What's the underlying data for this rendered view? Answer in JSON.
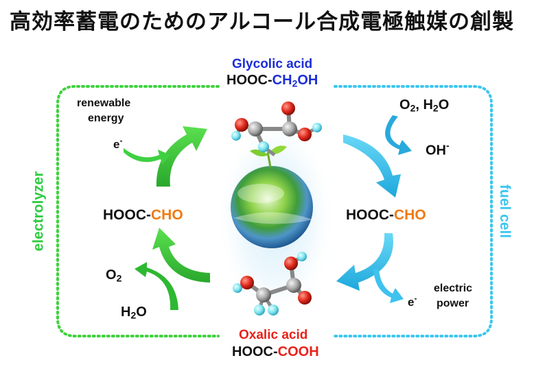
{
  "title": "高効率蓄電のためのアルコール合成電極触媒の創製",
  "top_molecule": {
    "name": "Glycolic acid",
    "formula_prefix": "HOOC-",
    "formula_ch": "CH",
    "formula_sub": "2",
    "formula_oh": "OH"
  },
  "bottom_molecule": {
    "name": "Oxalic acid",
    "formula_prefix": "HOOC-",
    "formula_suffix": "COOH"
  },
  "left_side": {
    "label": "electrolyzer",
    "center_prefix": "HOOC-",
    "center_suffix": "CHO",
    "energy_label_1": "renewable",
    "energy_label_2": "energy",
    "electron": "e",
    "electron_sup": "-",
    "o2_main": "O",
    "o2_sub": "2",
    "h2o_h": "H",
    "h2o_sub": "2",
    "h2o_o": "O"
  },
  "right_side": {
    "label": "fuel cell",
    "center_prefix": "HOOC-",
    "center_suffix": "CHO",
    "reactant_o": "O",
    "reactant_sub": "2",
    "reactant_rest": ", H",
    "reactant_sub2": "2",
    "reactant_end": "O",
    "oh_main": "OH",
    "oh_sup": "-",
    "electron": "e",
    "electron_sup": "-",
    "power_label_1": "electric",
    "power_label_2": "power"
  },
  "colors": {
    "green": "#2ecc40",
    "cyan": "#3bc6f0",
    "blue": "#1c2ed6",
    "orange": "#f07a12",
    "red": "#e8221b"
  }
}
